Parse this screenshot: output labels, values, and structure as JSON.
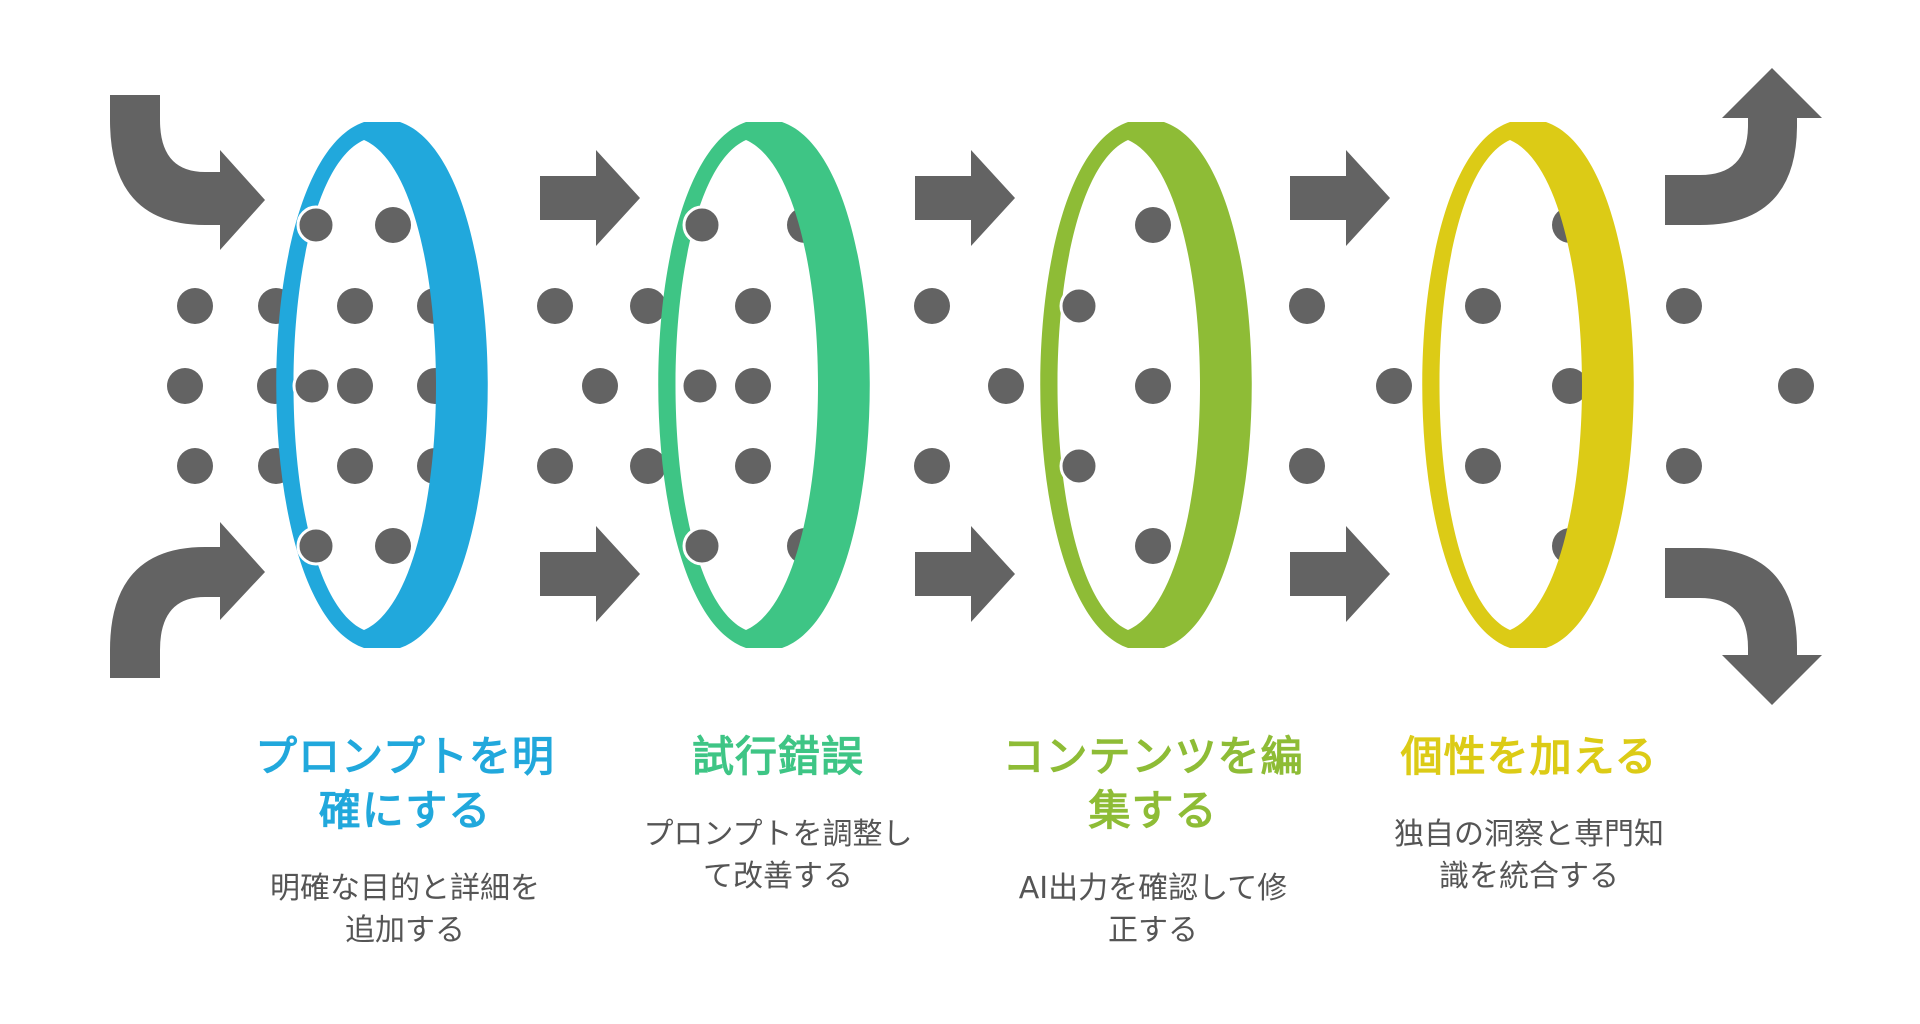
{
  "stages": [
    {
      "title": "プロンプトを明\n確にする",
      "description": "明確な目的と詳細を\n追加する",
      "color": "#21A8DC"
    },
    {
      "title": "試行錯誤",
      "description": "プロンプトを調整し\nて改善する",
      "color": "#3EC585"
    },
    {
      "title": "コンテンツを編\n集する",
      "description": "AI出力を確認して修\n正する",
      "color": "#8EBC36"
    },
    {
      "title": "個性を加える",
      "description": "独自の洞察と専門知\n識を統合する",
      "color": "#DCCB16"
    }
  ],
  "arrow_color": "#636363",
  "dot_color": "#636363",
  "icons": [
    "curved-arrow-in-icon",
    "right-arrow-icon",
    "curved-arrow-out-icon"
  ]
}
